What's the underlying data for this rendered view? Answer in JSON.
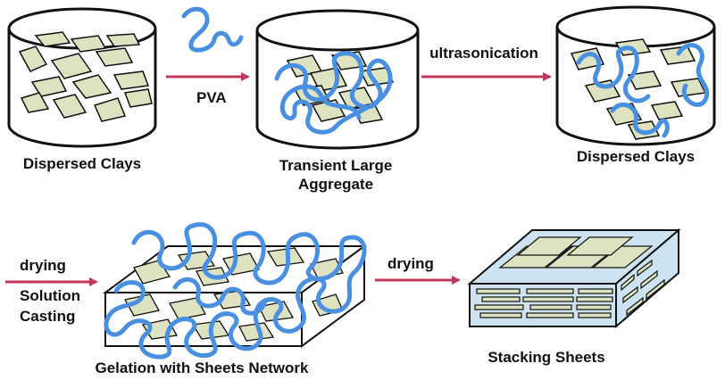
{
  "labels": {
    "dispersed_clays_1": "Dispersed Clays",
    "pva": "PVA",
    "transient_line1": "Transient Large",
    "transient_line2": "Aggregate",
    "ultrasonication": "ultrasonication",
    "dispersed_clays_2": "Dispersed Clays",
    "drying_1": "drying",
    "solution_line1": "Solution",
    "solution_line2": "Casting",
    "gelation": "Gelation with Sheets Network",
    "drying_2": "drying",
    "stacking": "Stacking Sheets"
  },
  "colors": {
    "arrow": "#c0395a",
    "polymer": "#4a90e2",
    "clay": "#dde3c0",
    "outline": "#111111",
    "stack_box": "#cde3f2"
  }
}
